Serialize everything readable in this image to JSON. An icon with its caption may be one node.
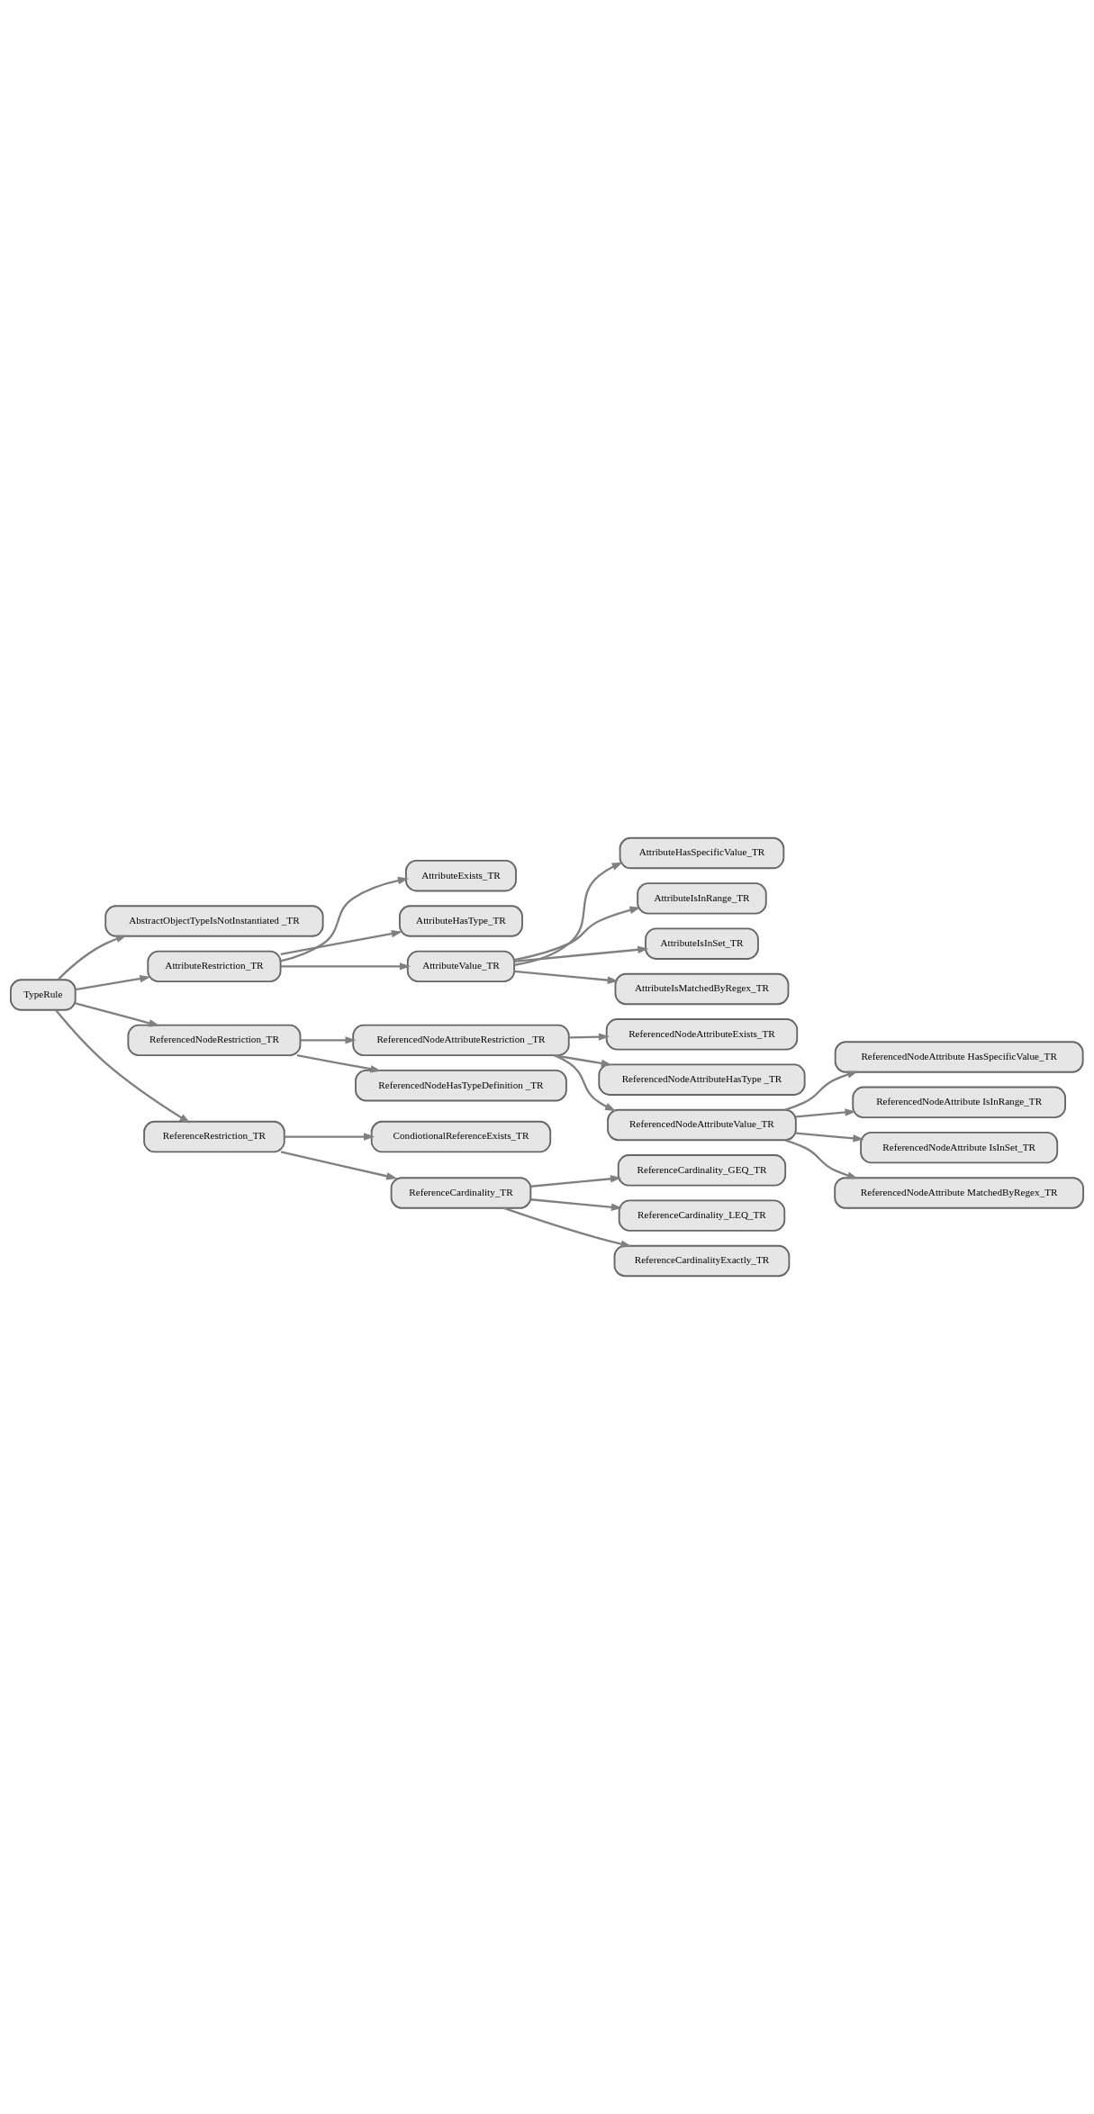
{
  "diagram": {
    "nodes": [
      {
        "text": [
          "TypeRule"
        ]
      },
      {
        "text": [
          "AbstractObjectTypeIsNotInstantiated _TR"
        ]
      },
      {
        "text": [
          "AttributeRestriction_TR"
        ]
      },
      {
        "text": [
          "AttributeExists_TR"
        ]
      },
      {
        "text": [
          "AttributeHasType_TR"
        ]
      },
      {
        "text": [
          "AttributeValue_TR"
        ]
      },
      {
        "text": [
          "AttributeHasSpecificValue_TR"
        ]
      },
      {
        "text": [
          "AttributeIsInRange_TR"
        ]
      },
      {
        "text": [
          "AttributeIsInSet_TR"
        ]
      },
      {
        "text": [
          "AttributeIsMatchedByRegex_TR"
        ]
      },
      {
        "text": [
          "ReferencedNodeRestriction_TR"
        ]
      },
      {
        "text": [
          "ReferencedNodeAttributeRestriction _TR"
        ]
      },
      {
        "text": [
          "ReferencedNodeAttributeExists_TR"
        ]
      },
      {
        "text": [
          "ReferencedNodeAttributeHasType _TR"
        ]
      },
      {
        "text": [
          "ReferencedNodeAttributeValue_TR"
        ]
      },
      {
        "text": [
          "ReferencedNodeAttribute HasSpecificValue_TR"
        ]
      },
      {
        "text": [
          "ReferencedNodeAttribute IsInRange_TR"
        ]
      },
      {
        "text": [
          "ReferencedNodeAttribute IsInSet_TR"
        ]
      },
      {
        "text": [
          "ReferencedNodeAttribute MatchedByRegex_TR"
        ]
      },
      {
        "text": [
          "ReferencedNodeHasTypeDefinition _TR"
        ]
      },
      {
        "text": [
          "ReferenceRestriction_TR"
        ]
      },
      {
        "text": [
          "CondiotionalReferenceExists_TR"
        ]
      },
      {
        "text": [
          "ReferenceCardinality_TR"
        ]
      },
      {
        "text": [
          "ReferenceCardinality_GEQ_TR"
        ]
      },
      {
        "text": [
          "ReferenceCardinality_LEQ_TR"
        ]
      },
      {
        "text": [
          "ReferenceCardinalityExactly_TR"
        ]
      }
    ],
    "edges": [
      {
        "from": 0,
        "to": 1,
        "arrow": "to"
      },
      {
        "from": 0,
        "to": 2,
        "arrow": "to"
      },
      {
        "from": 2,
        "to": 3,
        "arrow": "to"
      },
      {
        "from": 2,
        "to": 4,
        "arrow": "to"
      },
      {
        "from": 2,
        "to": 5,
        "arrow": "to"
      },
      {
        "from": 5,
        "to": 6,
        "arrow": "to"
      },
      {
        "from": 5,
        "to": 7,
        "arrow": "to"
      },
      {
        "from": 5,
        "to": 8,
        "arrow": "to"
      },
      {
        "from": 5,
        "to": 9,
        "arrow": "to"
      },
      {
        "from": 0,
        "to": 10,
        "arrow": "to"
      },
      {
        "from": 10,
        "to": 11,
        "arrow": "to"
      },
      {
        "from": 11,
        "to": 12,
        "arrow": "to"
      },
      {
        "from": 11,
        "to": 13,
        "arrow": "to"
      },
      {
        "from": 11,
        "to": 14,
        "arrow": "to"
      },
      {
        "from": 14,
        "to": 15,
        "arrow": "to"
      },
      {
        "from": 14,
        "to": 16,
        "arrow": "to"
      },
      {
        "from": 14,
        "to": 17,
        "arrow": "to"
      },
      {
        "from": 14,
        "to": 18,
        "arrow": "to"
      },
      {
        "from": 10,
        "to": 19,
        "arrow": "to"
      },
      {
        "from": 0,
        "to": 20,
        "arrow": "to"
      },
      {
        "from": 20,
        "to": 21,
        "arrow": "to"
      },
      {
        "from": 20,
        "to": 22,
        "arrow": "to"
      },
      {
        "from": 22,
        "to": 23,
        "arrow": "to"
      },
      {
        "from": 22,
        "to": 24,
        "arrow": "to"
      },
      {
        "from": 22,
        "to": 25,
        "arrow": "to"
      }
    ]
  }
}
